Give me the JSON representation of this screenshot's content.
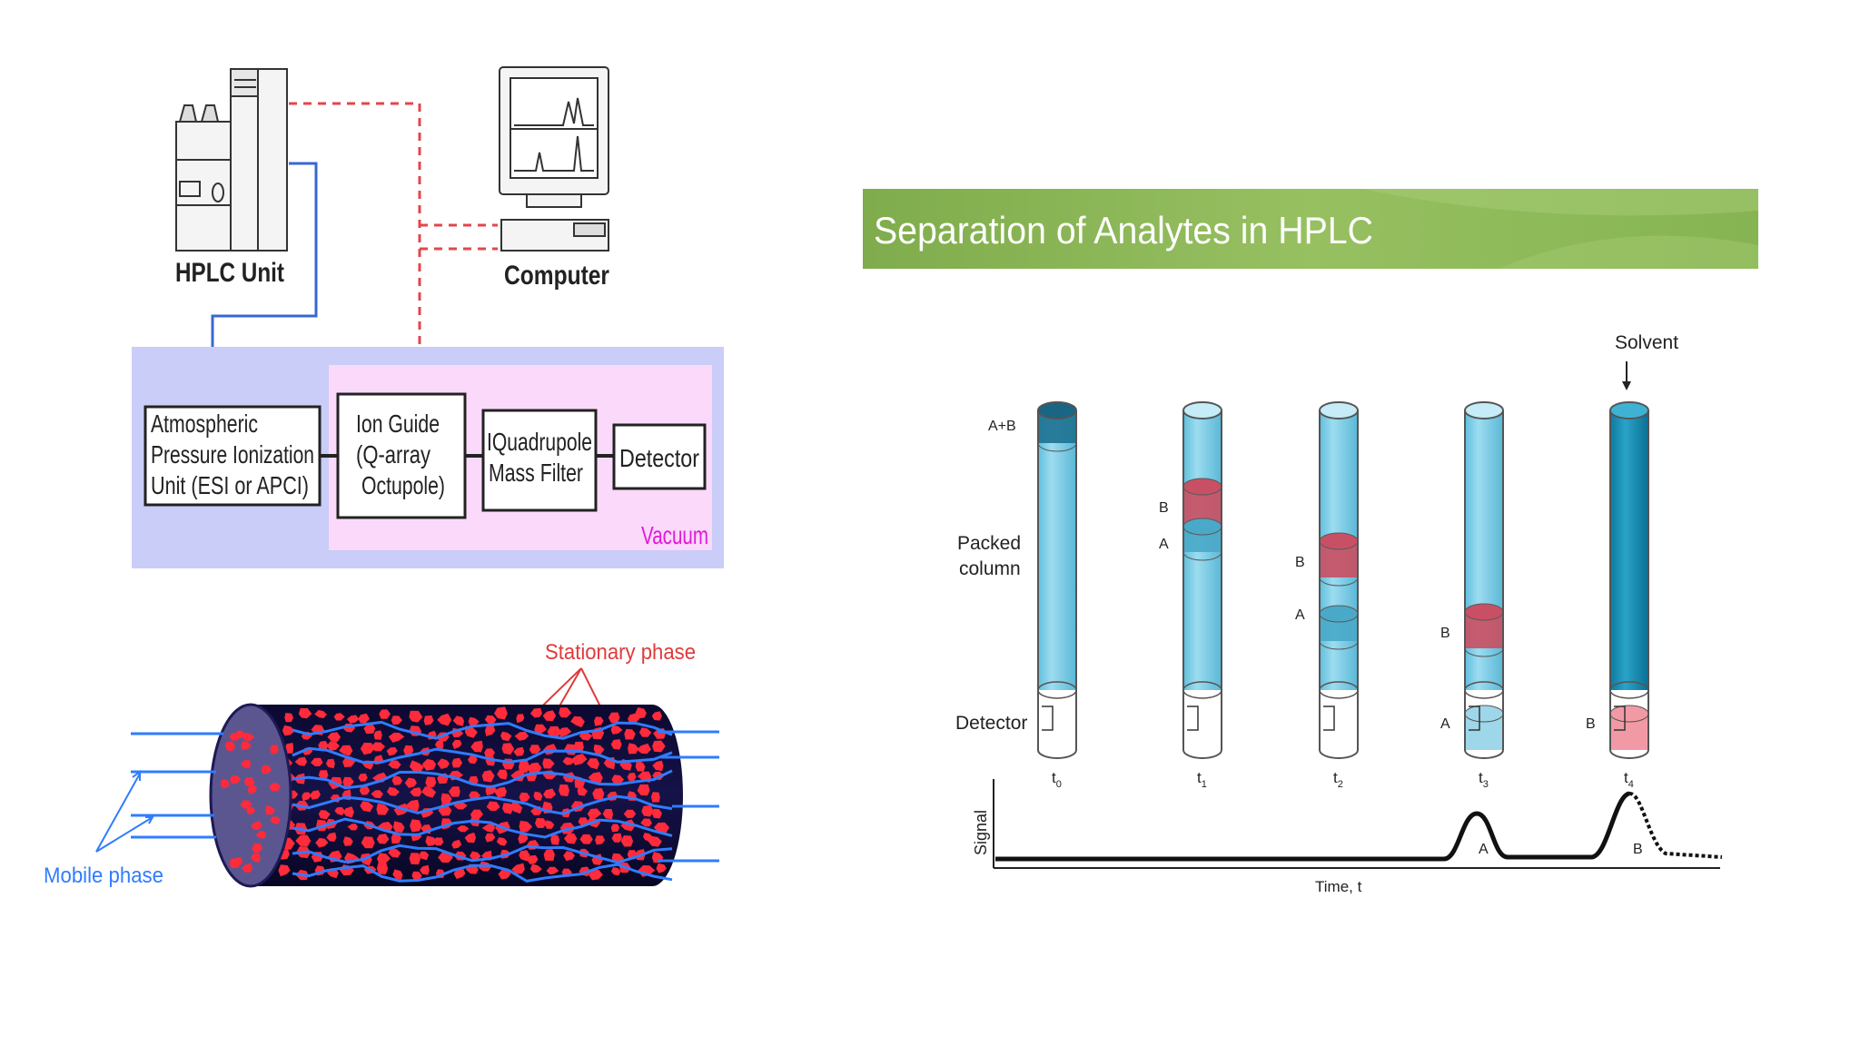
{
  "lcms": {
    "hplc_unit": "HPLC Unit",
    "computer": "Computer",
    "ionization_lines": [
      "Atmospheric",
      "Pressure Ionization",
      "Unit (ESI or APCI)"
    ],
    "ion_guide_lines": [
      "Ion Guide",
      "(Q-array",
      "Octupole)"
    ],
    "quadrupole_lines": [
      "IQuadrupole",
      "Mass Filter"
    ],
    "detector": "Detector",
    "vacuum": "Vacuum"
  },
  "column_diagram": {
    "stationary_phase": "Stationary phase",
    "mobile_phase": "Mobile phase"
  },
  "separation": {
    "title": "Separation of Analytes in HPLC",
    "solvent": "Solvent",
    "ab_label": "A+B",
    "packed_column_lines": [
      "Packed",
      "column"
    ],
    "detector_label": "Detector",
    "band_a": "A",
    "band_b": "B",
    "times": [
      "t",
      "t",
      "t",
      "t",
      "t"
    ],
    "time_subscripts": [
      "0",
      "1",
      "2",
      "3",
      "4"
    ],
    "signal_axis": "Signal",
    "time_axis": "Time, t",
    "peak_a": "A",
    "peak_b": "B",
    "colors": {
      "title_bar": "#8fb85c",
      "column_blue": "#86d1e8",
      "band_red": "#c95064",
      "band_teal": "#4aa9c9",
      "vacuum_region": "#c9cdf7",
      "inner_region": "#fbd9fb",
      "column_red": "#ff2a3a",
      "column_navy": "#0d0b3a"
    }
  }
}
